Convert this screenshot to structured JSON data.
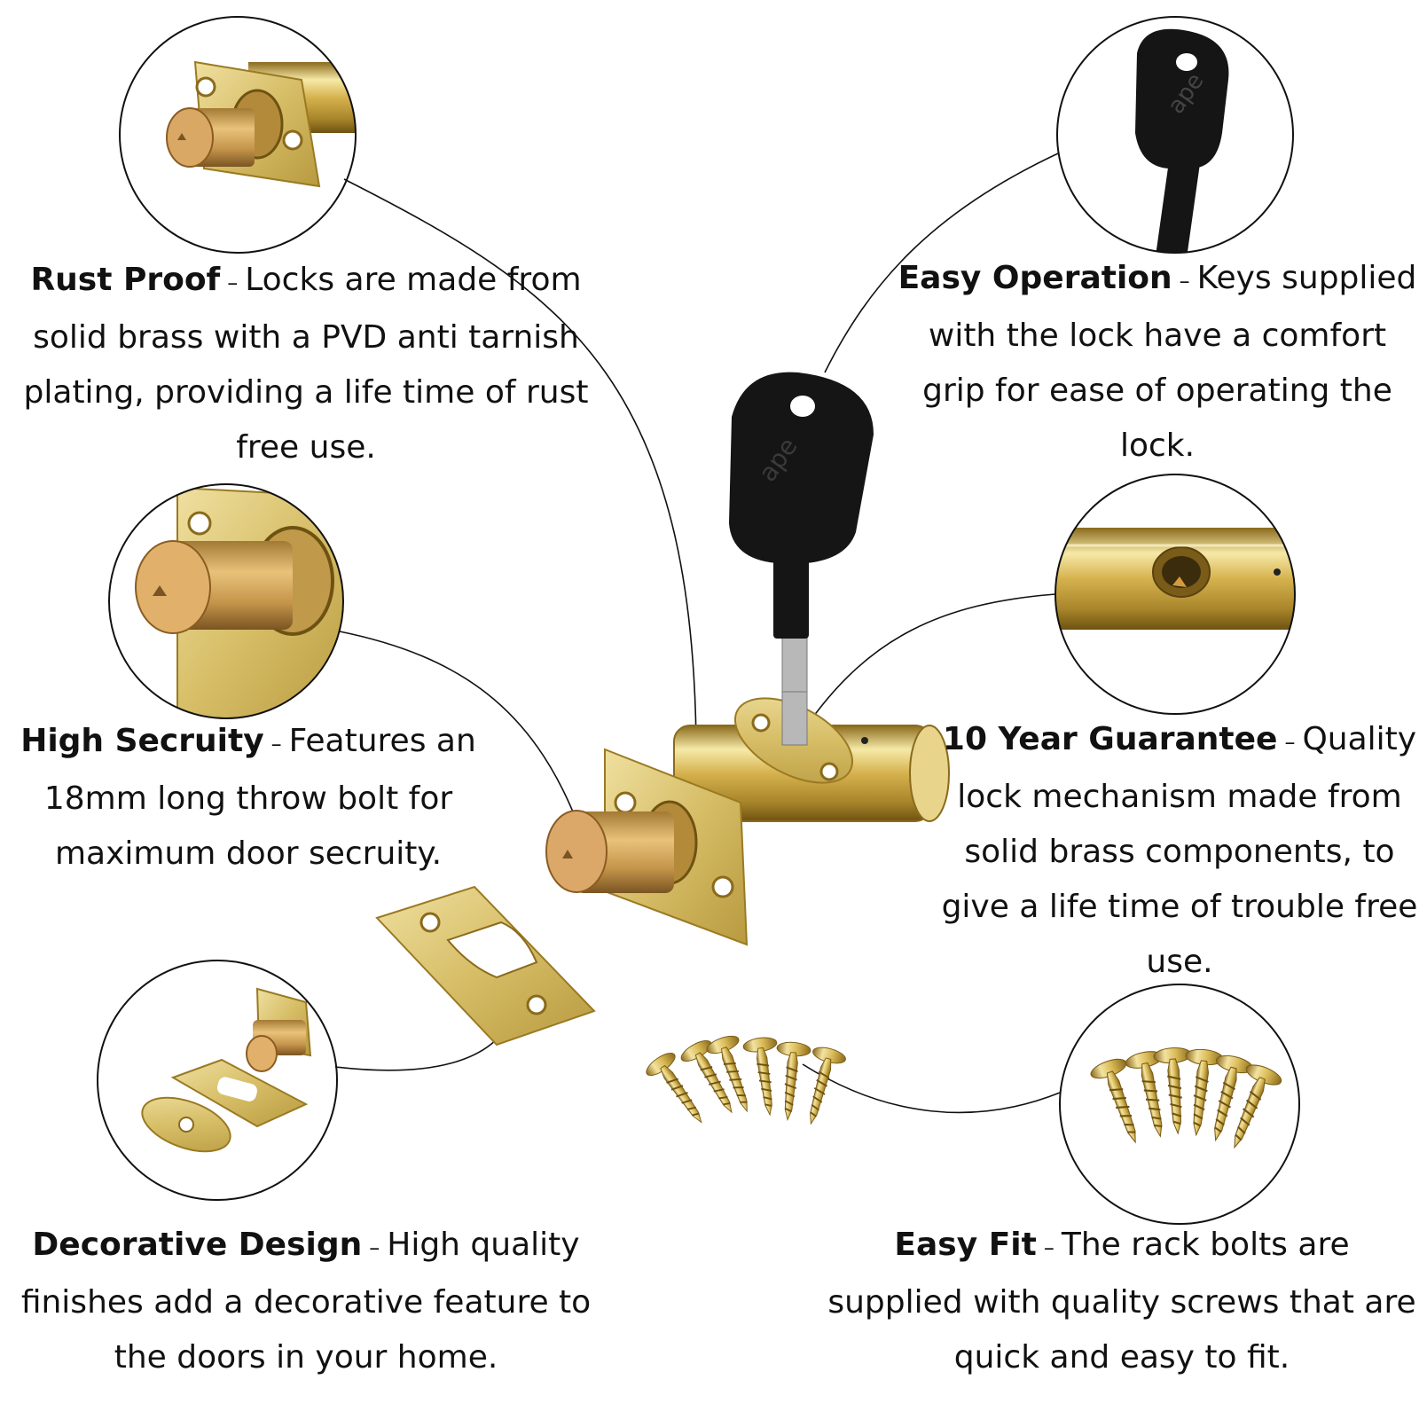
{
  "colors": {
    "brass": "#d8b955",
    "brass_dark": "#9a7a22",
    "brass_light": "#f3e3a0",
    "key_black": "#151515",
    "text": "#111111"
  },
  "callouts": {
    "rust_proof": {
      "title": "Rust Proof",
      "dash": "–",
      "body": "Locks are made from solid brass with a PVD anti tarnish plating, providing a life time of rust free use."
    },
    "high_security": {
      "title": "High Secruity",
      "dash": "–",
      "body": "Features an 18mm long throw bolt for maximum door secruity."
    },
    "decorative_design": {
      "title": "Decorative Design",
      "dash": "–",
      "body": "High quality finishes add a decorative feature to the doors in your home."
    },
    "easy_operation": {
      "title": "Easy Operation",
      "dash": "–",
      "body": "Keys supplied with the lock have a comfort grip for ease of operating the lock."
    },
    "guarantee": {
      "title": "10 Year Guarantee",
      "dash": "–",
      "body": "Quality lock mechanism made from solid brass components, to give a life time of trouble free use."
    },
    "easy_fit": {
      "title": "Easy Fit",
      "dash": "–",
      "body": "The rack bolts are supplied with quality screws that are quick and easy to fit."
    }
  },
  "key_logo": "ape"
}
